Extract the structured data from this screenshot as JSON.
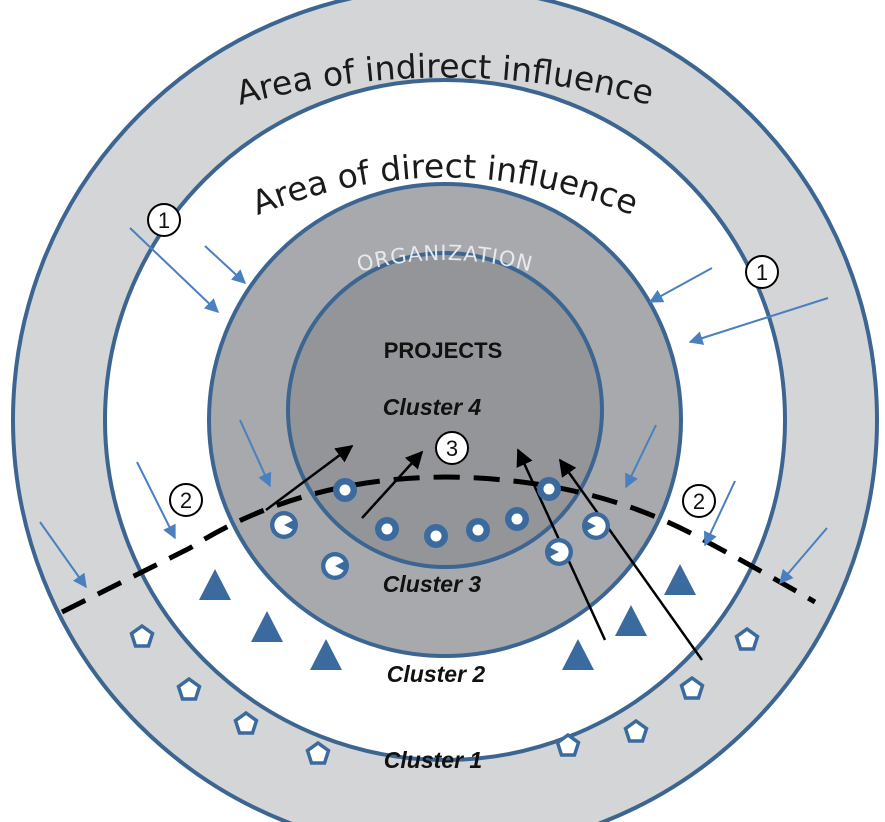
{
  "labels": {
    "indirect": "Area of indirect influence",
    "direct": "Area of direct influence",
    "organization": "ORGANIZATION",
    "projects": "PROJECTS",
    "cluster4": "Cluster 4",
    "cluster3": "Cluster 3",
    "cluster2": "Cluster 2",
    "cluster1": "Cluster 1"
  },
  "markers": [
    "1",
    "1",
    "2",
    "2",
    "3"
  ],
  "colors": {
    "outer_ring": "#d4d5d6",
    "direct_area": "#ffffff",
    "organization": "#a7a9ac",
    "projects": "#939598",
    "border": "#3c6591",
    "shape": "#3a6a9e",
    "arrow_blue": "#4a7fc0",
    "arrow_black": "#000000"
  },
  "icons": {
    "cluster1": "pentagon-icon",
    "cluster2": "triangle-icon",
    "cluster3": "circle-and-pacman-icon"
  }
}
